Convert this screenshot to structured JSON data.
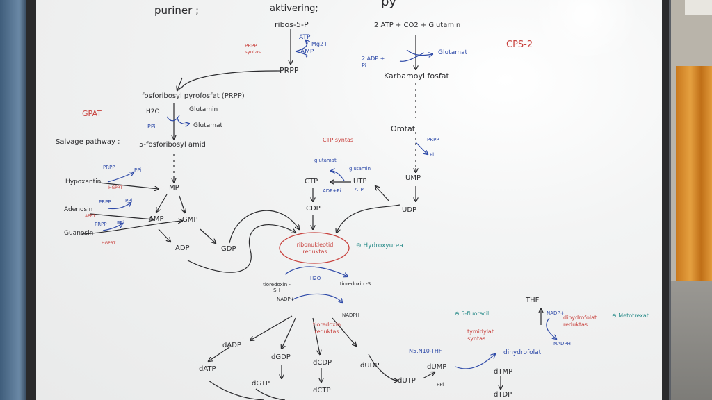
{
  "headings": {
    "purines": "puriner ;",
    "activation": "aktivering;",
    "ribose": "ribos-5-P",
    "pyr_fragment": "py"
  },
  "purine_path": {
    "atp": "ATP",
    "mg": "Mg2+",
    "amp": "AMP",
    "prpp_synthase": "PRPP syntas",
    "prpp": "PRPP",
    "prpp_full": "fosforibosyl pyrofosfat (PRPP)",
    "gpat": "GPAT",
    "h2o": "H2O",
    "glutamin": "Glutamin",
    "ppi": "PPi",
    "glutamat": "Glutamat",
    "salvage": "Salvage pathway ;",
    "amid": "5-fosforibosyl amid",
    "imp": "IMP",
    "amp2": "AMP",
    "gmp": "GMP",
    "adp": "ADP",
    "gdp": "GDP"
  },
  "salvage": {
    "hypoxantin": "Hypoxantin",
    "adenosin": "Adenosin",
    "guanosin": "Guanosin",
    "prpp_a": "PRPP",
    "ppi_a": "PPi",
    "hgprt": "HGPRT",
    "aprt": "APRT",
    "prpp_b": "PRPP",
    "ppi_b": "PPi",
    "prpp_c": "PRPP",
    "ppi_c": "PPi",
    "hgprt2": "HGPRT"
  },
  "pyrimidine_path": {
    "start": "2 ATP + CO2 + Glutamin",
    "cps2": "CPS-2",
    "adp_pi": "2 ADP + Pi",
    "glutamat": "Glutamat",
    "karbamoyl": "Karbamoyl fosfat",
    "orotat": "Orotat",
    "prpp": "PRPP",
    "pi": "Pi",
    "ump": "UMP",
    "udp": "UDP",
    "ctp_synthase": "CTP syntas",
    "glutamat2": "glutamat",
    "glutamin2": "glutamin",
    "ctp": "CTP",
    "utp": "UTP",
    "adp_pi2": "ADP+Pi",
    "atp2": "ATP",
    "cdp": "CDP"
  },
  "reductase": {
    "name": "ribonukleotid reduktas",
    "hydroxyurea": "⊖ Hydroxyurea",
    "h2o": "H2O",
    "trx_sh": "tioredoxin -SH",
    "trx_s": "tioredoxin -S",
    "nadp": "NADP+",
    "nadph": "NADPH",
    "trx_reductase": "tioredoxin reduktas"
  },
  "deoxy": {
    "dadp": "dADP",
    "datp": "dATP",
    "dgdp": "dGDP",
    "dgtp": "dGTP",
    "dcdp": "dCDP",
    "dctp": "dCTP",
    "dudp": "dUDP",
    "dutp": "dUTP",
    "dump": "dUMP",
    "ppi": "PPi",
    "methylene_thf": "N5,N10-THF",
    "fluorouracil": "⊖ 5-fluoracil",
    "thymidylate_synthase": "tymidylat syntas",
    "dihydrofolat": "dihydrofolat",
    "dtmp": "dTMP",
    "dtdp": "dTDP",
    "thf": "THF",
    "nadp": "NADP+",
    "nadph": "NADPH",
    "dhfr": "dihydrofolat reduktas",
    "methotrexat": "⊖ Metotrexat"
  }
}
